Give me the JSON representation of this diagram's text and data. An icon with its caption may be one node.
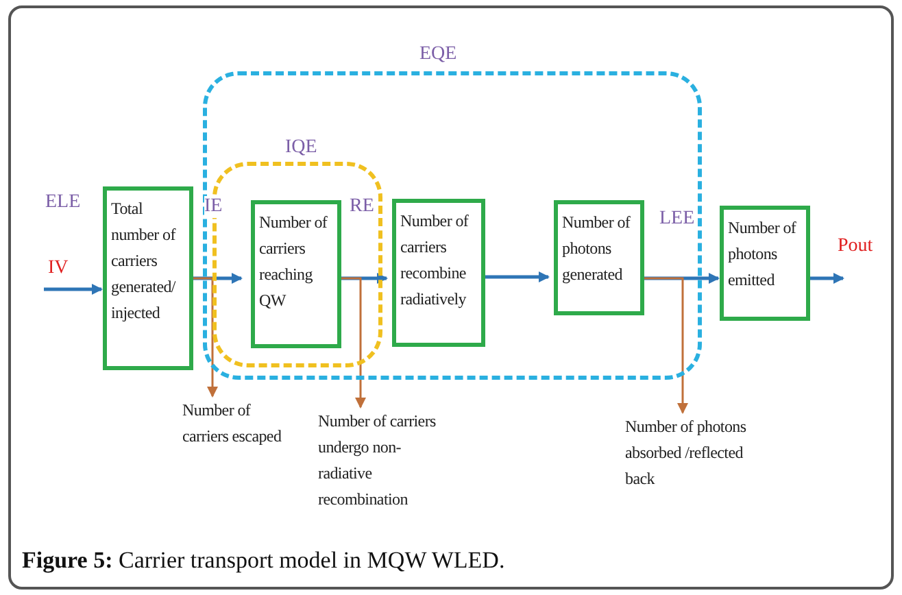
{
  "diagram": {
    "caption": "**Figure 5:** Carrier transport model in MQW WLED.",
    "nodes": [
      {
        "text": [
          "EQE"
        ]
      },
      {
        "text": [
          "IQE"
        ],
        "in": 0
      },
      {
        "text": [
          "Total number of carriers generated/ injected"
        ]
      },
      {
        "text": [
          "Number of carriers reaching QW"
        ],
        "in": 1
      },
      {
        "text": [
          "Number of carriers recombine radiatively"
        ],
        "in": 0
      },
      {
        "text": [
          "Number of photons generated"
        ],
        "in": 0
      },
      {
        "text": [
          "Number of photons emitted"
        ]
      },
      {
        "text": [
          "Number of carriers escaped"
        ]
      },
      {
        "text": [
          "Number of carriers undergo non-radiative recombination"
        ]
      },
      {
        "text": [
          "Number of photons absorbed /reflected back"
        ]
      }
    ],
    "edges": [
      {
        "from": null,
        "to": 2,
        "arrow": "to",
        "label": "IV"
      },
      {
        "from": 2,
        "to": 3,
        "arrow": "to"
      },
      {
        "from": 3,
        "to": 4,
        "arrow": "to"
      },
      {
        "from": 4,
        "to": 5,
        "arrow": "to"
      },
      {
        "from": 5,
        "to": 6,
        "arrow": "to"
      },
      {
        "from": 6,
        "to": null,
        "arrow": "to",
        "label": "Pout"
      },
      {
        "from": 2,
        "to": 7,
        "arrow": "to",
        "color": "#c0703a"
      },
      {
        "from": 3,
        "to": 8,
        "arrow": "to",
        "color": "#c0703a"
      },
      {
        "from": 5,
        "to": 9,
        "arrow": "to",
        "color": "#c0703a"
      }
    ],
    "labels": [
      "ELE",
      "IE",
      "RE",
      "LEE"
    ]
  }
}
